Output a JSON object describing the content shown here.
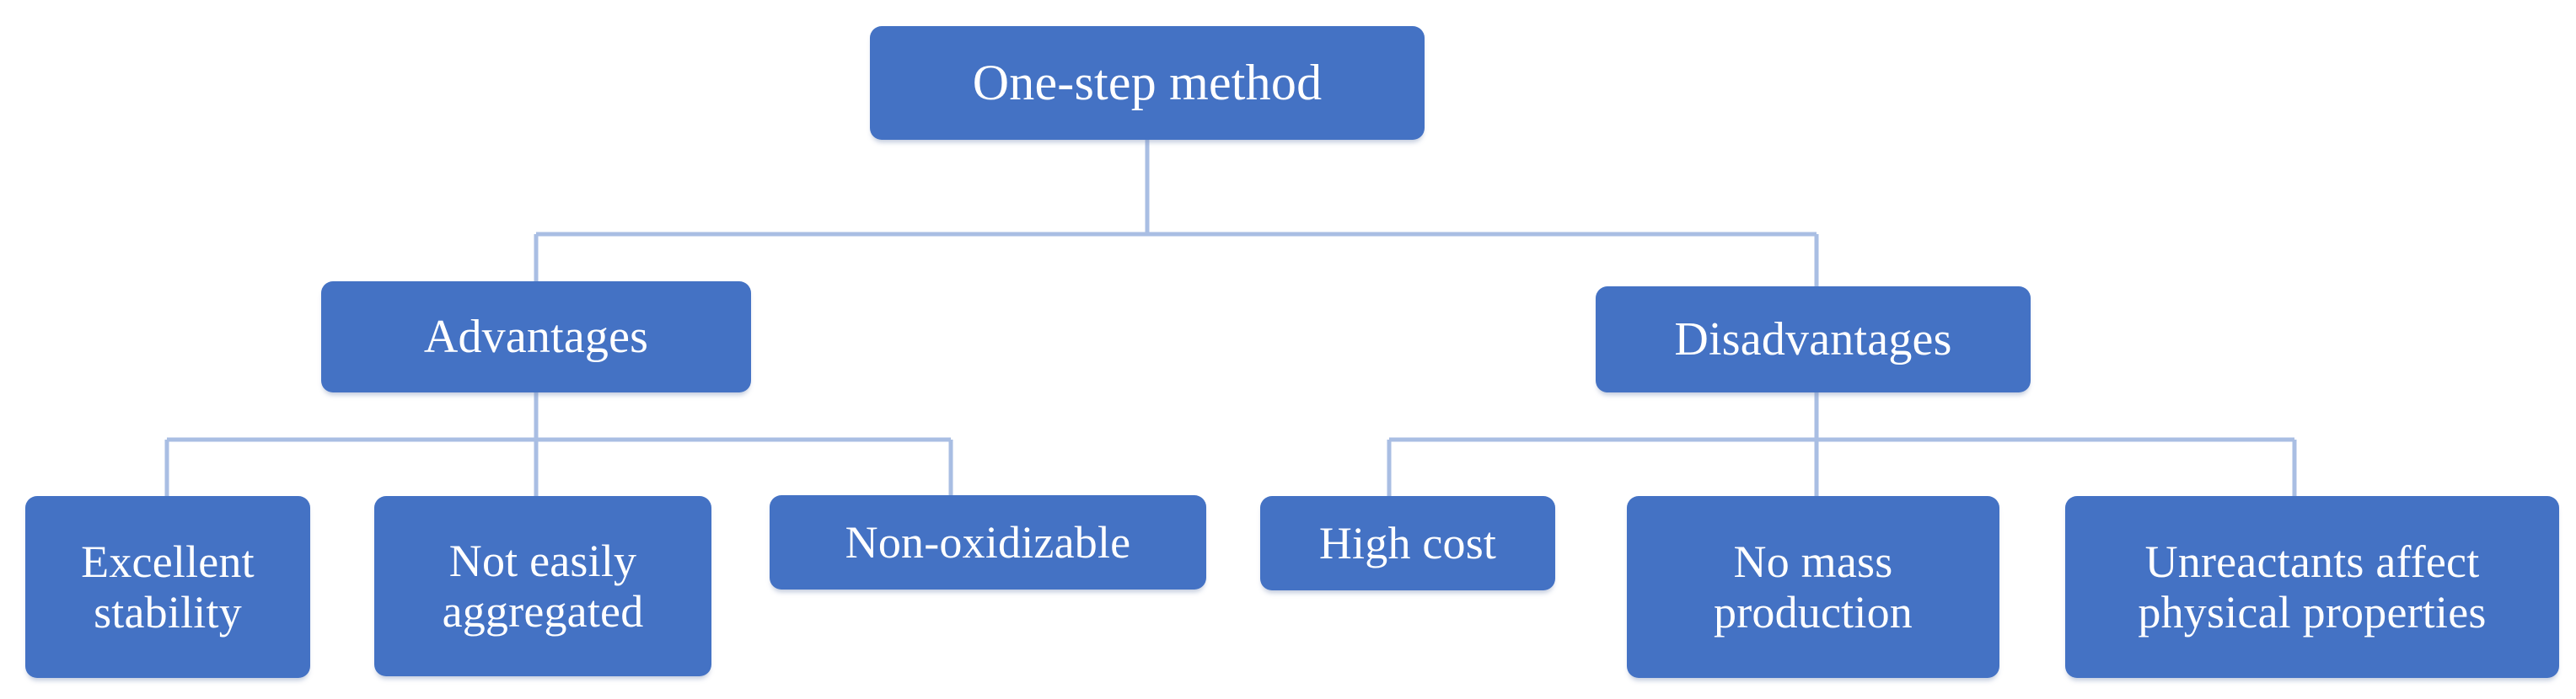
{
  "diagram": {
    "title": "One-step method",
    "type": "hierarchy-tree",
    "colors": {
      "node_fill": "#4472C4",
      "node_text": "#FFFFFF",
      "connector": "#A9BEE3",
      "background": "#FFFFFF"
    },
    "root": {
      "label": "One-step method"
    },
    "branches": [
      {
        "label": "Advantages",
        "children": [
          {
            "label": "Excellent\nstability"
          },
          {
            "label": "Not easily\naggregated"
          },
          {
            "label": "Non-oxidizable"
          }
        ]
      },
      {
        "label": "Disadvantages",
        "children": [
          {
            "label": "High cost"
          },
          {
            "label": "No mass\nproduction"
          },
          {
            "label": "Unreactants affect\nphysical properties"
          }
        ]
      }
    ]
  }
}
